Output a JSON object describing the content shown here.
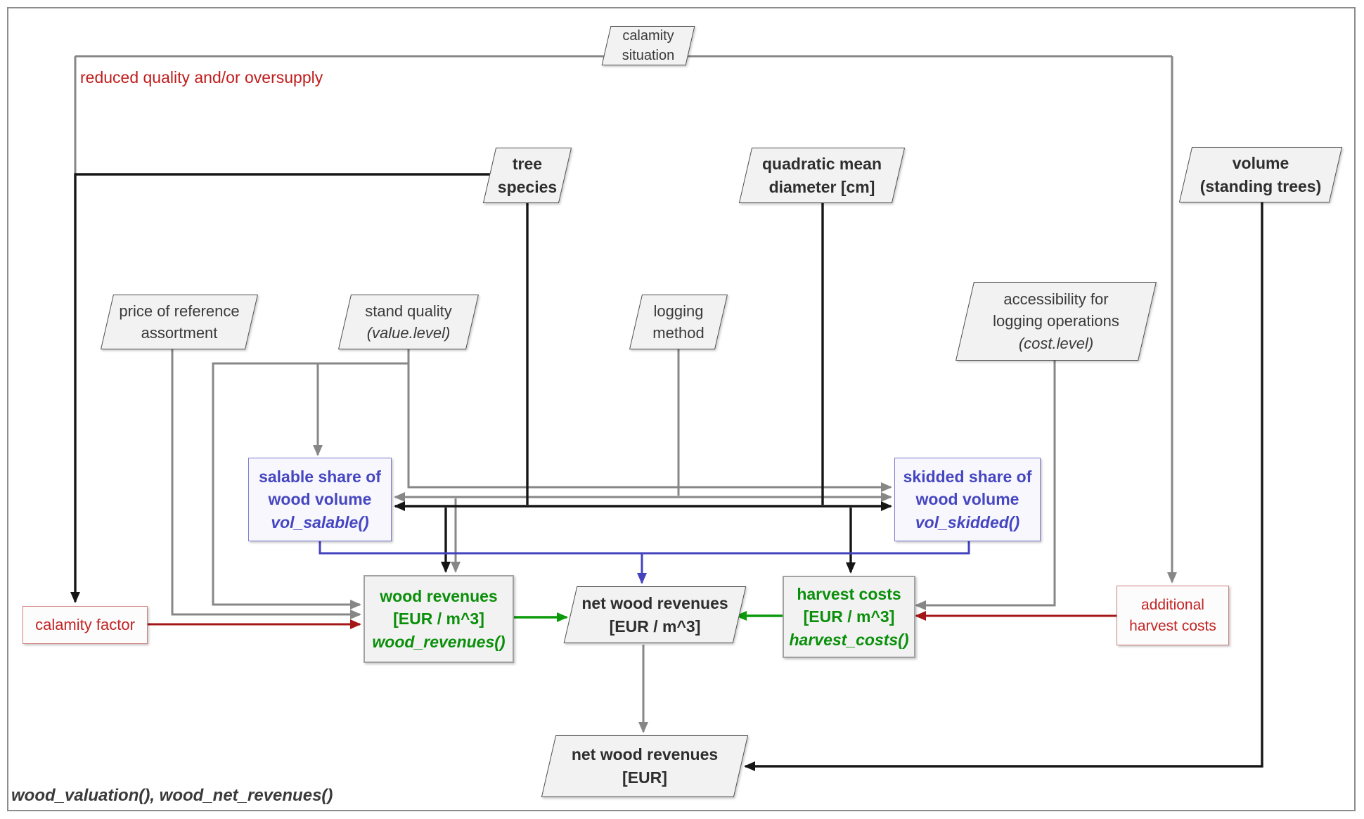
{
  "title": "wood valuation workflow diagram",
  "caption": "wood_valuation(), wood_net_revenues()",
  "annotation": {
    "line1": "reduced quality",
    "line2": "and/or oversupply"
  },
  "nodes": {
    "calamity_situation": {
      "lines": [
        "calamity",
        "situation"
      ]
    },
    "tree_species": {
      "lines": [
        "tree",
        "species"
      ]
    },
    "quadratic_mean_diameter": {
      "lines": [
        "quadratic mean",
        "diameter [cm]"
      ]
    },
    "volume_standing_trees": {
      "lines": [
        "volume",
        "(standing trees)"
      ]
    },
    "price_reference_assortment": {
      "lines": [
        "price of reference",
        "assortment"
      ]
    },
    "stand_quality": {
      "lines": [
        "stand quality",
        "(value.level)"
      ]
    },
    "logging_method": {
      "lines": [
        "logging",
        "method"
      ]
    },
    "accessibility": {
      "lines": [
        "accessibility for",
        "logging operations",
        "(cost.level)"
      ]
    },
    "salable_share": {
      "lines": [
        "salable share of",
        "wood volume",
        "vol_salable()"
      ]
    },
    "skidded_share": {
      "lines": [
        "skidded share of",
        "wood volume",
        "vol_skidded()"
      ]
    },
    "calamity_factor": {
      "label": "calamity factor"
    },
    "wood_revenues": {
      "lines": [
        "wood revenues",
        "[EUR / m^3]",
        "wood_revenues()"
      ]
    },
    "net_wood_revenues_m3": {
      "lines": [
        "net wood revenues",
        "[EUR / m^3]"
      ]
    },
    "harvest_costs": {
      "lines": [
        "harvest costs",
        "[EUR / m^3]",
        "harvest_costs()"
      ]
    },
    "additional_harvest_costs": {
      "lines": [
        "additional",
        "harvest costs"
      ]
    },
    "net_wood_revenues_eur": {
      "lines": [
        "net wood revenues",
        "[EUR]"
      ]
    }
  },
  "colors": {
    "wire_gray": "#878787",
    "wire_black": "#161616",
    "wire_blue": "#4343c0",
    "wire_green": "#0a9a0a",
    "wire_red": "#a51717",
    "text_red": "#c01d1d",
    "text_green": "#0a8f0a",
    "text_blue": "#4646c2",
    "node_fill": "#f2f2f2",
    "frame_border": "#8c8c8c"
  }
}
